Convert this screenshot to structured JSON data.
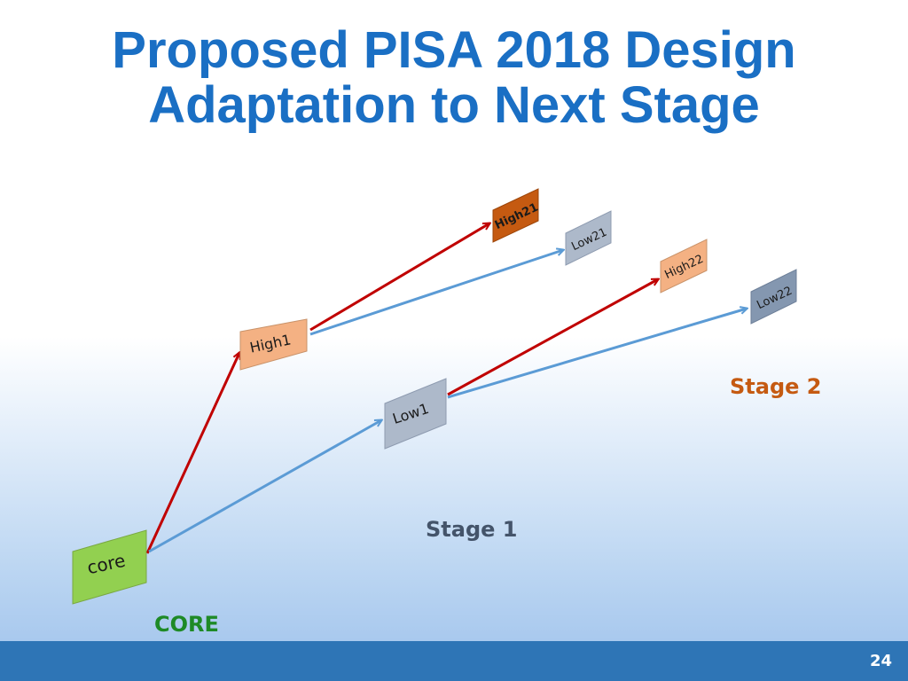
{
  "slide": {
    "title_line1": "Proposed PISA 2018 Design",
    "title_line2": "Adaptation to Next Stage",
    "page_number": "24"
  },
  "stages": {
    "core": "CORE",
    "stage1": "Stage 1",
    "stage2": "Stage 2"
  },
  "nodes": {
    "core": "core",
    "high1": "High1",
    "low1": "Low1",
    "high21": "High21",
    "low21": "Low21",
    "high22": "High22",
    "low22": "Low22"
  },
  "colors": {
    "title": "#1a6fc4",
    "arrow_high": "#c00000",
    "arrow_low": "#5b9bd5",
    "core": "#92d050",
    "high": "#f4b183",
    "high21": "#c55a11",
    "low": "#adb9ca",
    "low22": "#8497b0",
    "footer": "#2e75b6"
  }
}
